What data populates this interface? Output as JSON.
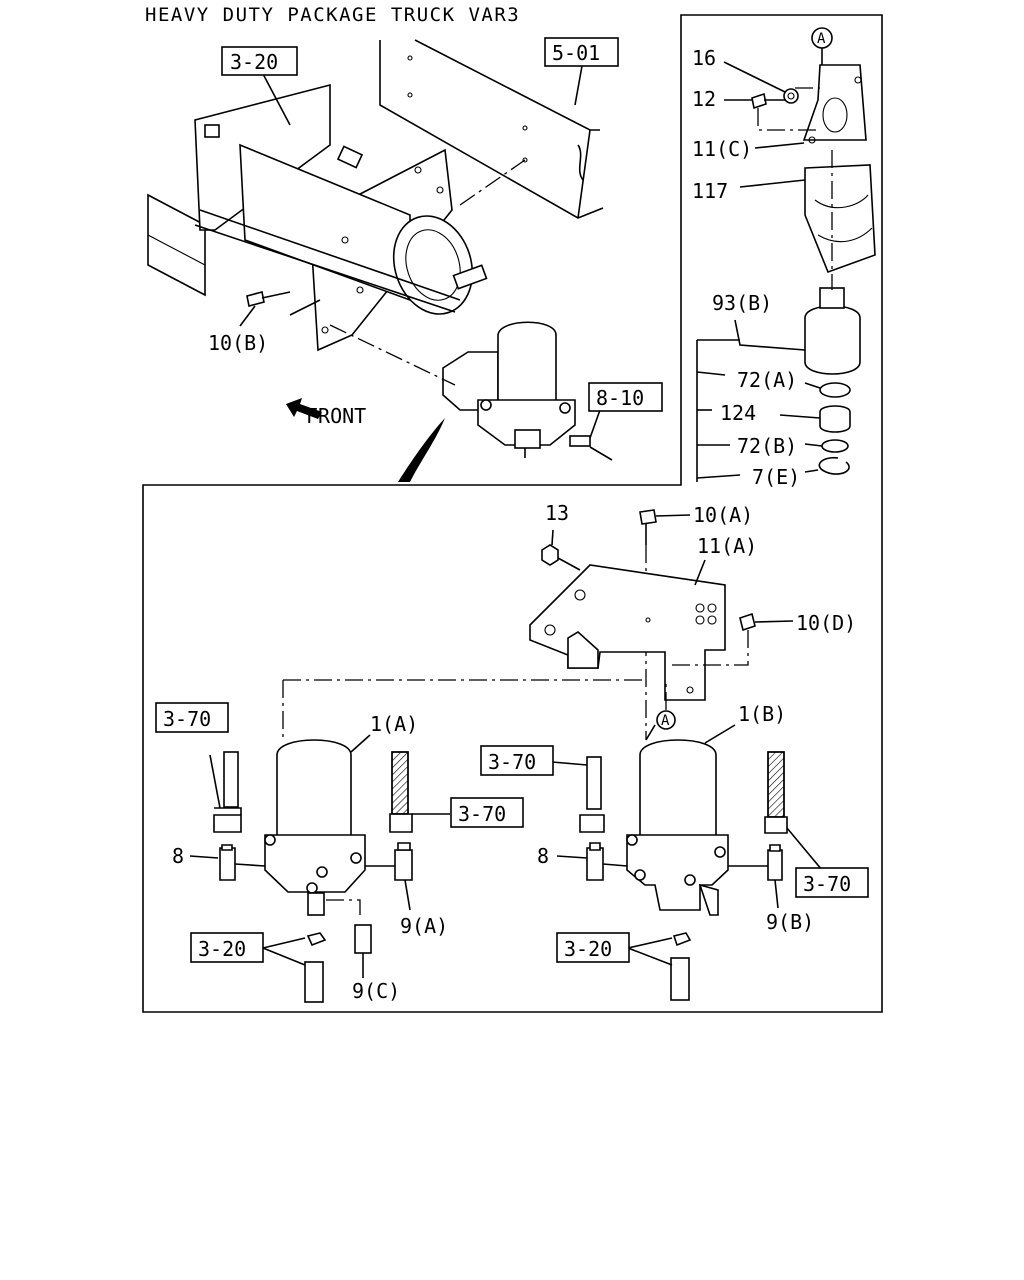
{
  "title": "HEAVY DUTY PACKAGE TRUCK VAR3",
  "callouts": {
    "ref_3_20_top": "3-20",
    "ref_5_01": "5-01",
    "ref_8_10": "8-10",
    "p16": "16",
    "p12": "12",
    "p11c": "11(C)",
    "p117": "117",
    "p93b": "93(B)",
    "p72a": "72(A)",
    "p124": "124",
    "p72b": "72(B)",
    "p7e": "7(E)",
    "marker_a": "A",
    "p10b": "10(B)",
    "front": "FRONT",
    "p13": "13",
    "p10a": "10(A)",
    "p11a": "11(A)",
    "p10d": "10(D)",
    "p1a": "1(A)",
    "p1b": "1(B)",
    "ref_3_70_a": "3-70",
    "ref_3_70_b": "3-70",
    "ref_3_70_c": "3-70",
    "ref_3_70_d": "3-70",
    "p8_left": "8",
    "p8_right": "8",
    "p9a": "9(A)",
    "p9b": "9(B)",
    "p9c": "9(C)",
    "ref_3_20_bl": "3-20",
    "ref_3_20_br": "3-20"
  }
}
